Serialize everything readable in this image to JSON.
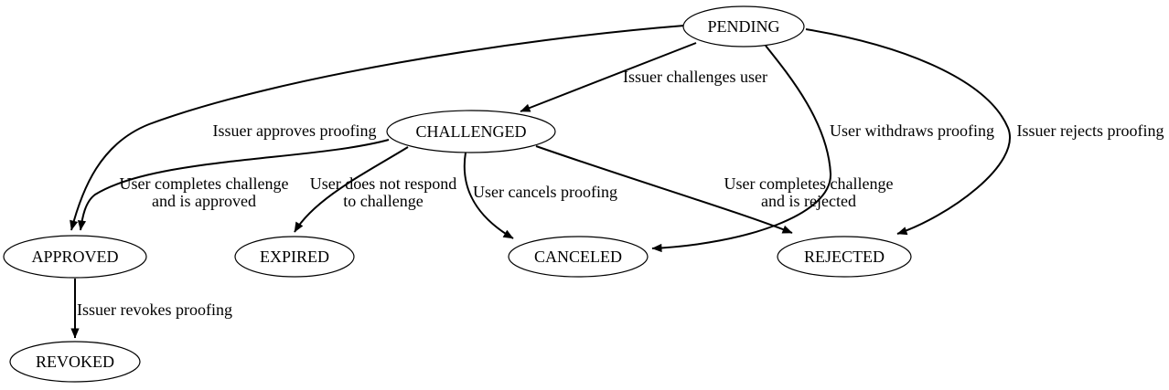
{
  "diagram": {
    "type": "state-transition-graph",
    "background_color": "#ffffff",
    "stroke_color": "#000000",
    "nodes": [
      {
        "id": "pending",
        "label": "PENDING"
      },
      {
        "id": "challenged",
        "label": "CHALLENGED"
      },
      {
        "id": "approved",
        "label": "APPROVED"
      },
      {
        "id": "expired",
        "label": "EXPIRED"
      },
      {
        "id": "canceled",
        "label": "CANCELED"
      },
      {
        "id": "rejected",
        "label": "REJECTED"
      },
      {
        "id": "revoked",
        "label": "REVOKED"
      }
    ],
    "edges": [
      {
        "from": "PENDING",
        "to": "CHALLENGED",
        "label": [
          "Issuer challenges user"
        ]
      },
      {
        "from": "PENDING",
        "to": "APPROVED",
        "label": [
          "Issuer approves proofing"
        ]
      },
      {
        "from": "CHALLENGED",
        "to": "APPROVED",
        "label": [
          "User completes challenge",
          "and is approved"
        ]
      },
      {
        "from": "CHALLENGED",
        "to": "EXPIRED",
        "label": [
          "User does not respond",
          "to challenge"
        ]
      },
      {
        "from": "CHALLENGED",
        "to": "CANCELED",
        "label": [
          "User cancels proofing"
        ]
      },
      {
        "from": "CHALLENGED",
        "to": "REJECTED",
        "label": [
          "User completes challenge",
          "and is rejected"
        ]
      },
      {
        "from": "PENDING",
        "to": "CANCELED",
        "label": [
          "User withdraws proofing"
        ]
      },
      {
        "from": "PENDING",
        "to": "REJECTED",
        "label": [
          "Issuer rejects proofing"
        ]
      },
      {
        "from": "APPROVED",
        "to": "REVOKED",
        "label": [
          "Issuer revokes proofing"
        ]
      }
    ]
  }
}
